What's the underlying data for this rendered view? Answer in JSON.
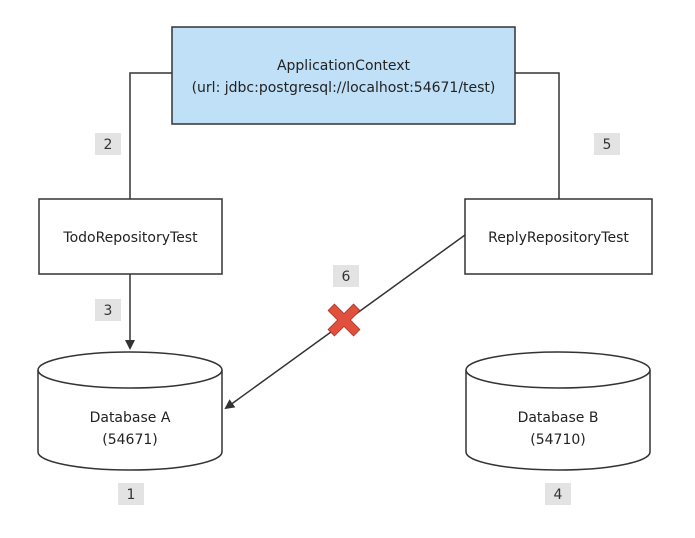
{
  "colors": {
    "context_fill": "#bfe0f6",
    "box_stroke": "#333333",
    "badge_fill": "#e3e3e3",
    "cross": "#e0503c"
  },
  "context": {
    "title": "ApplicationContext",
    "url": "(url: jdbc:postgresql://localhost:54671/test)"
  },
  "nodes": {
    "todo_test": "TodoRepositoryTest",
    "reply_test": "ReplyRepositoryTest",
    "db_a_name": "Database A",
    "db_a_port": "(54671)",
    "db_b_name": "Database B",
    "db_b_port": "(54710)"
  },
  "steps": {
    "s1": "1",
    "s2": "2",
    "s3": "3",
    "s4": "4",
    "s5": "5",
    "s6": "6"
  },
  "icons": {
    "blocked": "cross-icon"
  }
}
